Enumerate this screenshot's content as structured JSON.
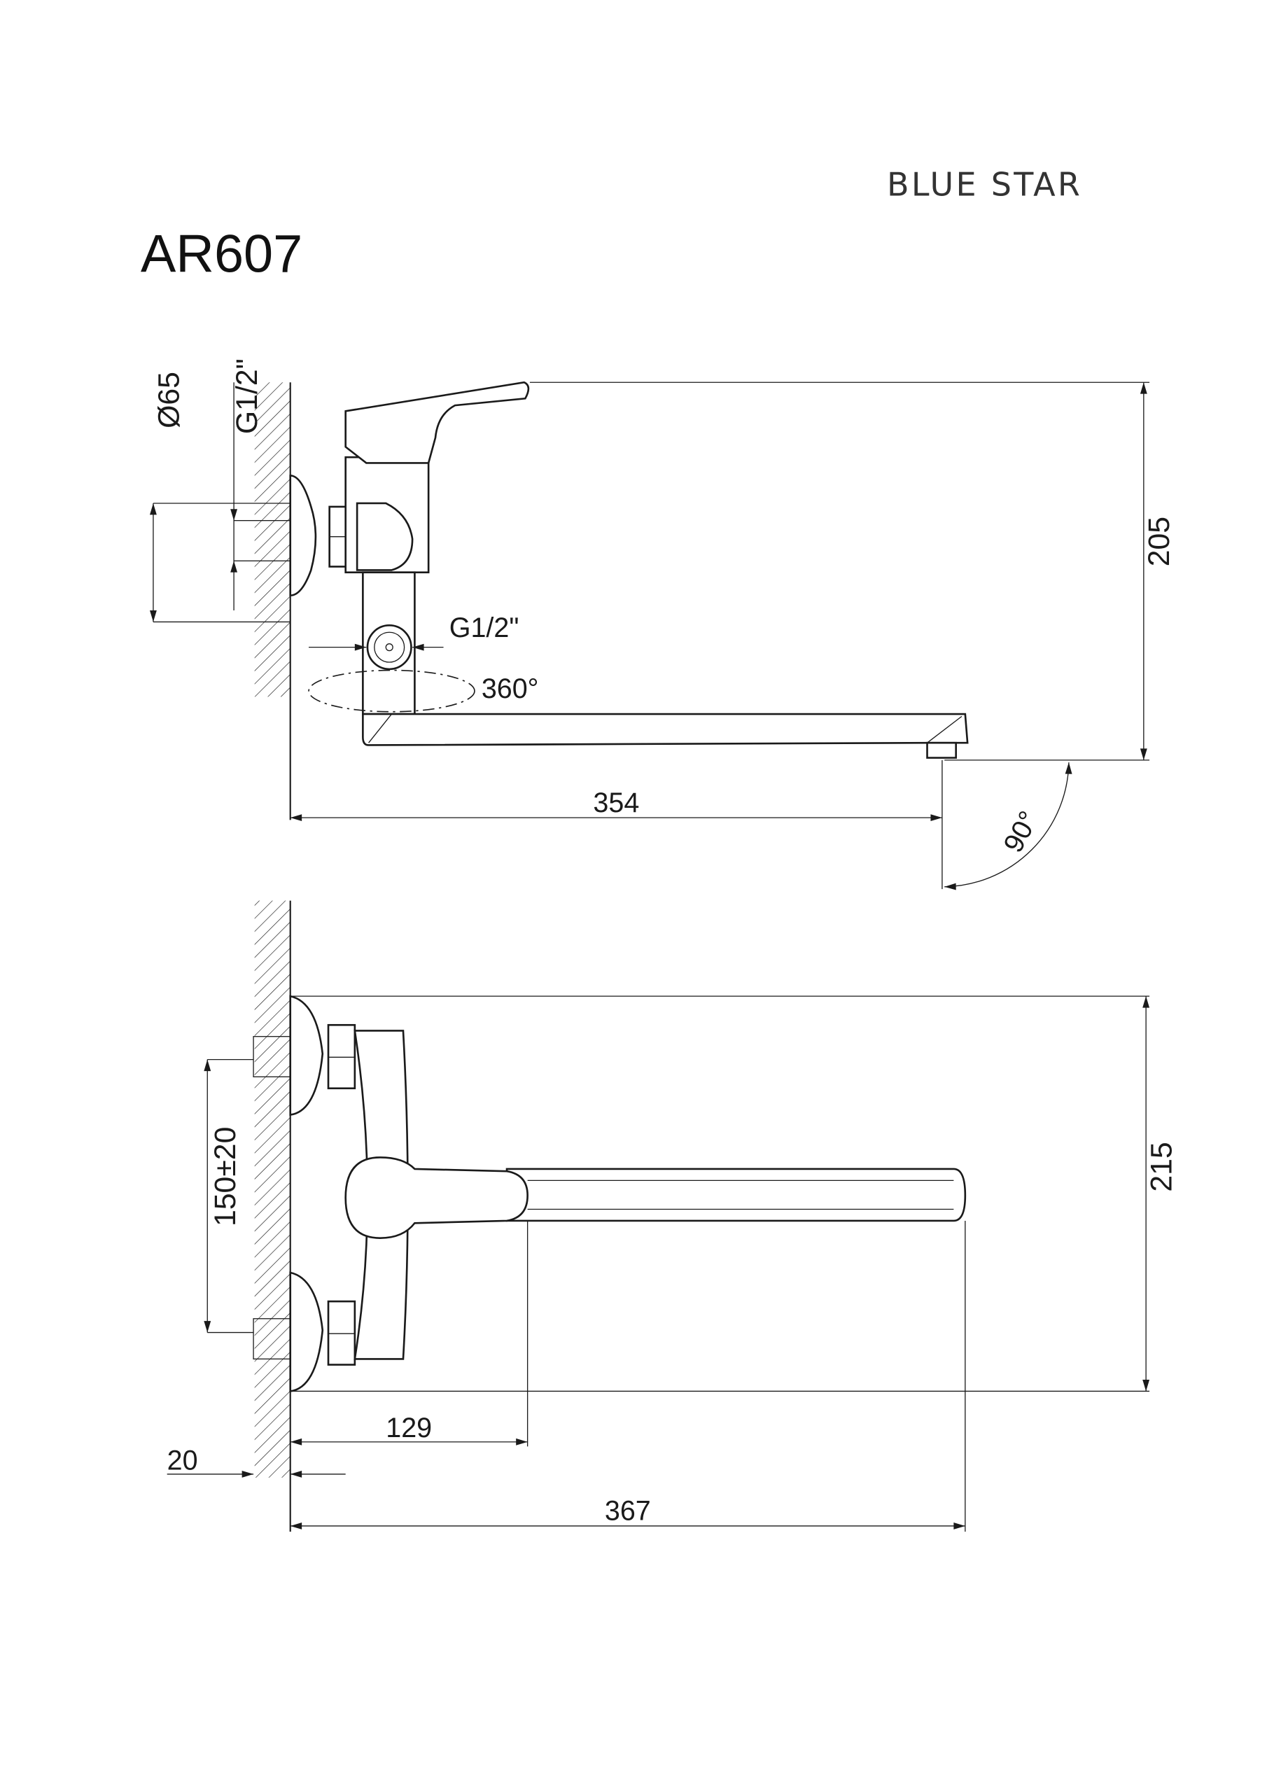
{
  "header": {
    "brand": "BLUE STAR",
    "model": "AR607"
  },
  "top_view": {
    "dims": {
      "flange_diameter": "Ø65",
      "inlet_thread": "G1/2\"",
      "outlet_thread": "G1/2\"",
      "rotation": "360°",
      "height": "205",
      "reach": "354",
      "swing_angle": "90°"
    }
  },
  "front_view": {
    "dims": {
      "inlet_spacing": "150±20",
      "height": "215",
      "handle_offset": "129",
      "wall_offset": "20",
      "total_reach": "367"
    }
  },
  "colors": {
    "line": "#1a1a1a",
    "background": "#ffffff"
  }
}
